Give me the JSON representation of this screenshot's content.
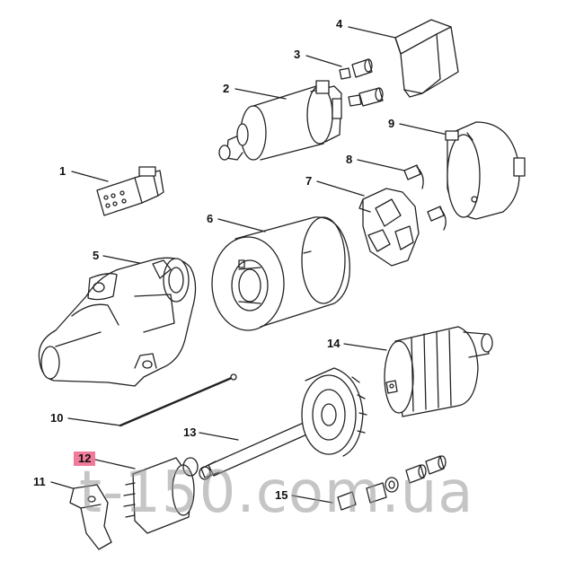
{
  "parts": [
    {
      "id": "part-1",
      "number": "1"
    },
    {
      "id": "part-2",
      "number": "2"
    },
    {
      "id": "part-3",
      "number": "3"
    },
    {
      "id": "part-4",
      "number": "4"
    },
    {
      "id": "part-5",
      "number": "5"
    },
    {
      "id": "part-6",
      "number": "6"
    },
    {
      "id": "part-7",
      "number": "7"
    },
    {
      "id": "part-8",
      "number": "8"
    },
    {
      "id": "part-9",
      "number": "9"
    },
    {
      "id": "part-10",
      "number": "10"
    },
    {
      "id": "part-11",
      "number": "11"
    },
    {
      "id": "part-12",
      "number": "12"
    },
    {
      "id": "part-13",
      "number": "13"
    },
    {
      "id": "part-14",
      "number": "14"
    },
    {
      "id": "part-15",
      "number": "15"
    }
  ],
  "highlight": {
    "part": "12",
    "color": "#f07a9a"
  },
  "watermark": "t-150.com.ua"
}
